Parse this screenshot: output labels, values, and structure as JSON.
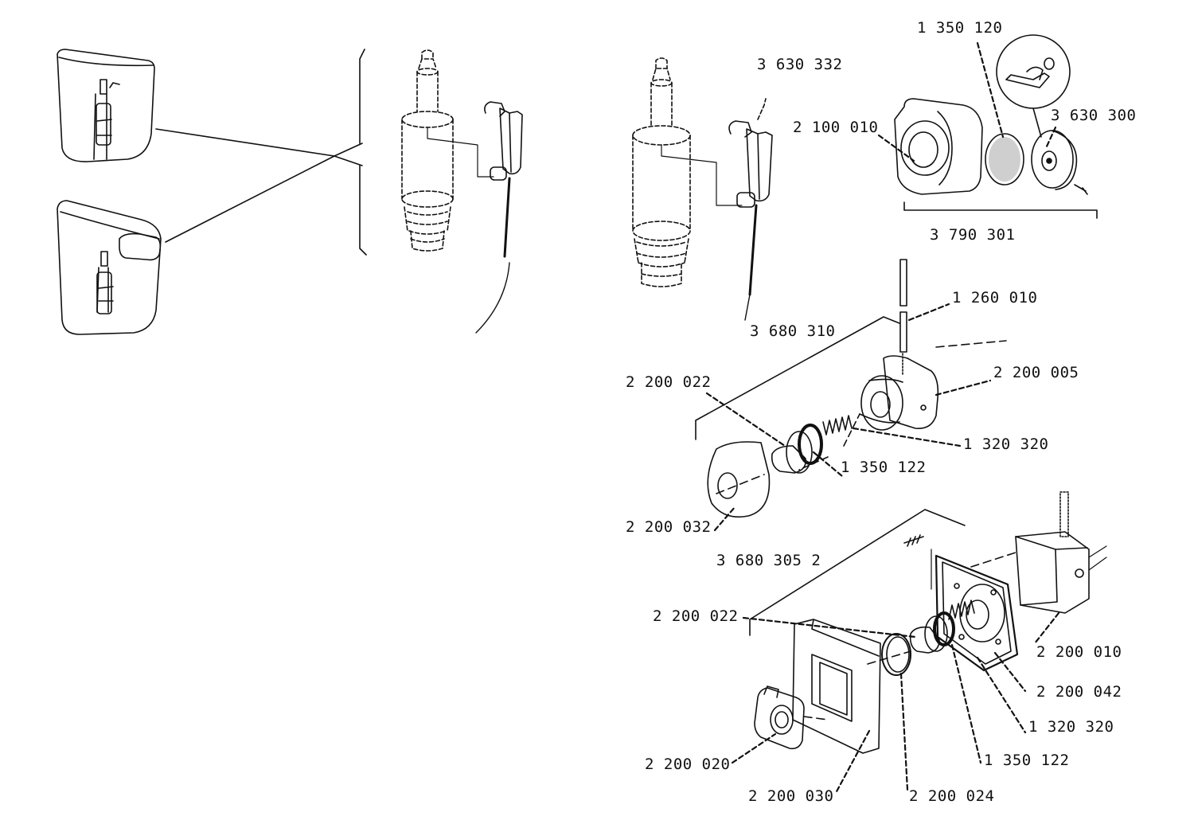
{
  "colors": {
    "ink": "#111111",
    "paper": "#ffffff",
    "screen": "#d8d8d8"
  },
  "labels": {
    "p1_350_120": "1 350 120",
    "p3_630_332": "3 630 332",
    "p2_100_010": "2 100 010",
    "p3_630_300": "3 630 300",
    "p3_790_301": "3 790 301",
    "p1_260_010": "1 260 010",
    "p3_680_310": "3 680 310",
    "p2_200_005": "2 200 005",
    "p2_200_022_a": "2 200 022",
    "p1_320_320_a": "1 320 320",
    "p1_350_122_a": "1 350 122",
    "p2_200_032": "2 200 032",
    "p3_680_305_2": "3 680 305 2",
    "p2_200_022_b": "2 200 022",
    "p2_200_010": "2 200 010",
    "p2_200_042": "2 200 042",
    "p1_320_320_b": "1 320 320",
    "p1_350_122_b": "1 350 122",
    "p2_200_020": "2 200 020",
    "p2_200_030": "2 200 030",
    "p2_200_024": "2 200 024"
  },
  "icons": [
    "cistern-icon",
    "flush-valve-icon",
    "pneumatic-actuator-icon",
    "push-button-icon",
    "wall-plate-icon"
  ]
}
